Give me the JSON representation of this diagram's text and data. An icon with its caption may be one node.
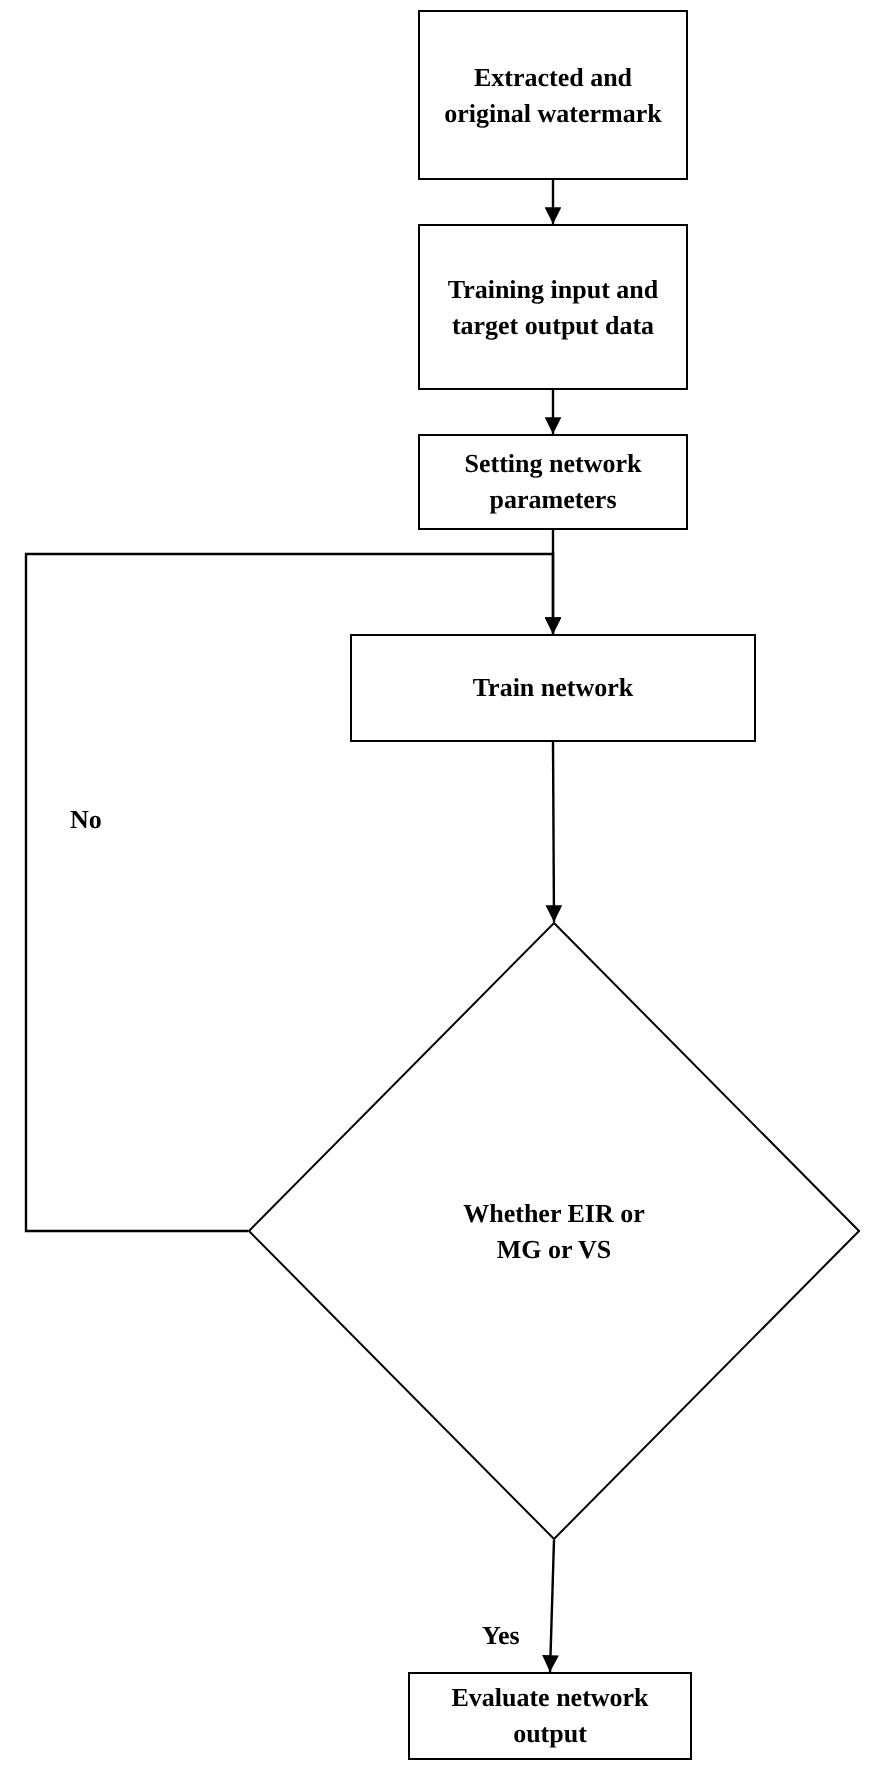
{
  "diagram": {
    "nodes": [
      {
        "text": [
          "Extracted and original watermark"
        ]
      },
      {
        "text": [
          "Training input and target output data"
        ]
      },
      {
        "text": [
          "Setting network parameters"
        ]
      },
      {
        "text": [
          "Train network"
        ]
      },
      {
        "text": [
          "Whether EIR or MG or VS"
        ]
      },
      {
        "text": [
          "Evaluate network output"
        ]
      }
    ],
    "edges": [
      {
        "from": 0,
        "to": 1,
        "arrow": "to"
      },
      {
        "from": 1,
        "to": 2,
        "arrow": "to"
      },
      {
        "from": 2,
        "to": 3,
        "arrow": "to"
      },
      {
        "from": 3,
        "to": 4,
        "arrow": "to"
      },
      {
        "from": 4,
        "to": 3,
        "arrow": "to",
        "label": "No"
      },
      {
        "from": 4,
        "to": 5,
        "arrow": "to",
        "label": "Yes"
      }
    ]
  }
}
